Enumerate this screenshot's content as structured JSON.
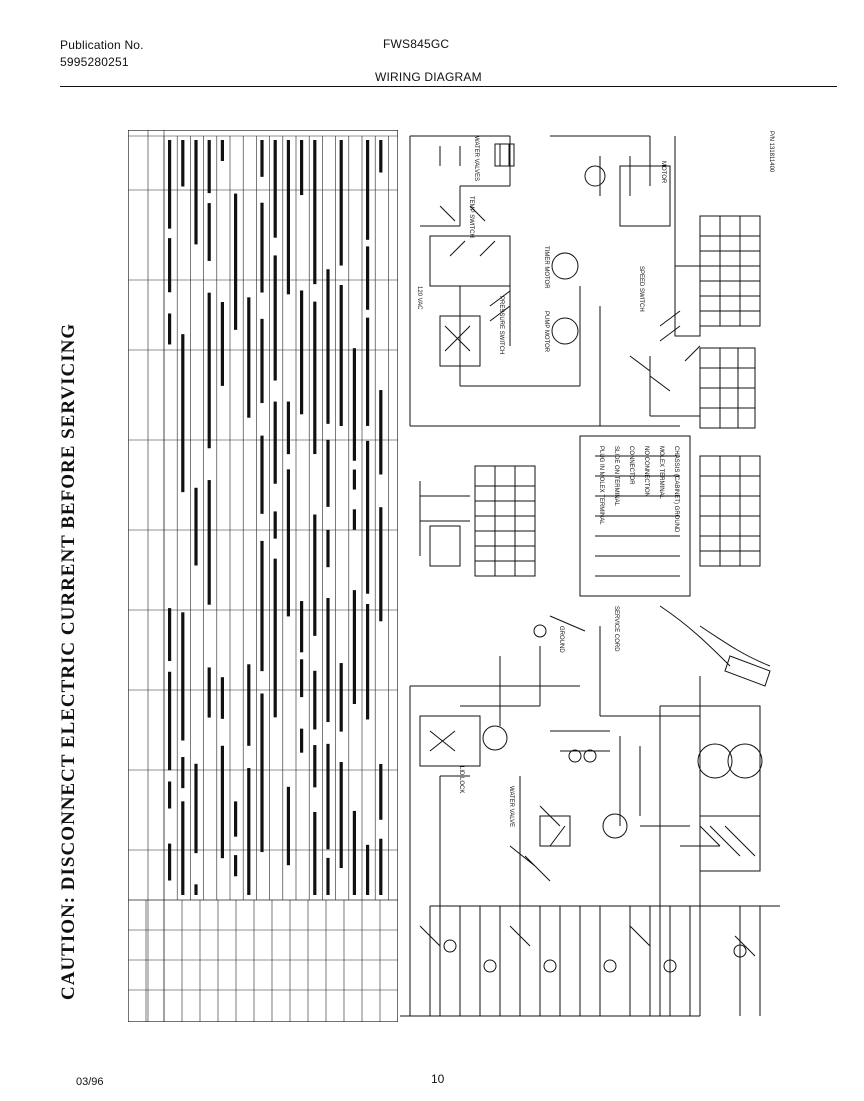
{
  "header": {
    "publication_label": "Publication No.",
    "publication_number": "5995280251",
    "model": "FWS845GC",
    "title": "WIRING DIAGRAM"
  },
  "caution": "CAUTION: DISCONNECT ELECTRIC CURRENT BEFORE SERVICING",
  "footer": {
    "date": "03/96",
    "page": "10"
  },
  "schematic": {
    "supply": "120 VAC",
    "component_labels": [
      "WATER VALVES",
      "TEMP SWITCH",
      "TIMER MOTOR",
      "PRESSURE SWITCH",
      "PUMP MOTOR",
      "MOTOR",
      "SPEED SWITCH",
      "LID LOCK",
      "WATER VALVE",
      "SERVICE CORD",
      "GROUND"
    ]
  },
  "legend": {
    "wiring_diagram_pn": "P/N 131811400",
    "symbols": [
      "PLUG IN MOLEX TERMINAL",
      "SLIDE ON TERMINAL",
      "CONNECTOR",
      "NO CONNECTION",
      "MOLEX TERMINAL",
      "CHASSIS (CABINET) GROUND"
    ]
  }
}
